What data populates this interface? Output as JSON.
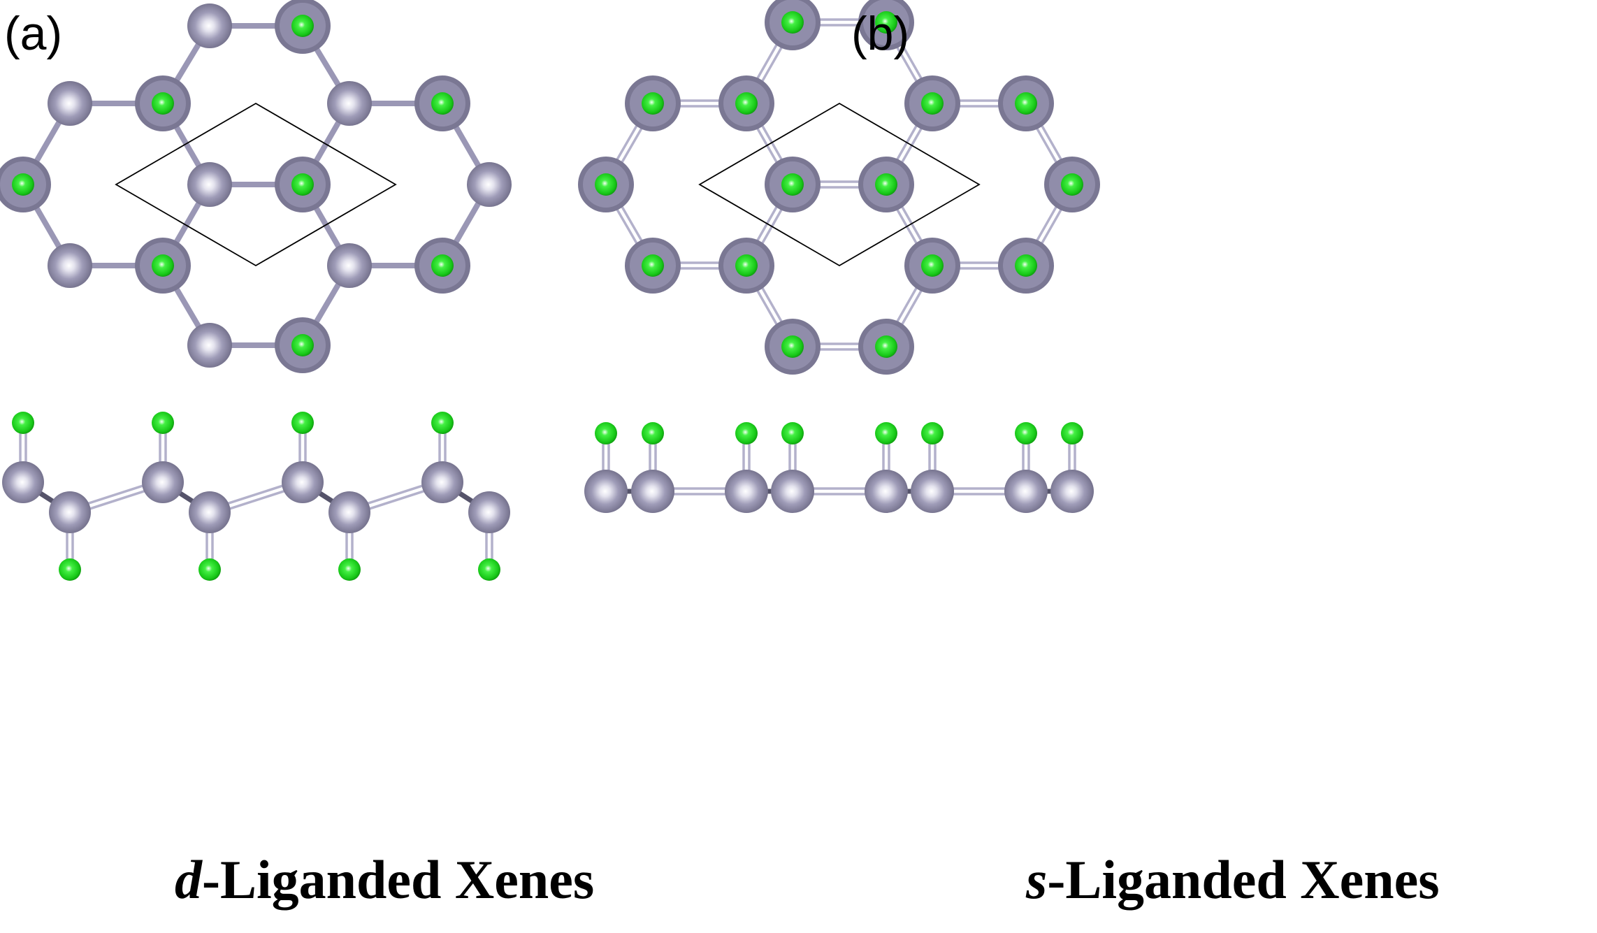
{
  "panels": [
    {
      "label": "(a)",
      "caption_prefix": "d",
      "caption_rest": "-Liganded Xenes",
      "buckling": "double-sided"
    },
    {
      "label": "(b)",
      "caption_prefix": "s",
      "caption_rest": "-Liganded Xenes",
      "buckling": "single-sided"
    }
  ],
  "colors": {
    "framework_atom": "#8e8ba8",
    "framework_highlight": "#ffffff",
    "ligand_atom": "#22dd22",
    "bond": "#9a97b5",
    "unit_cell": "#000000"
  }
}
